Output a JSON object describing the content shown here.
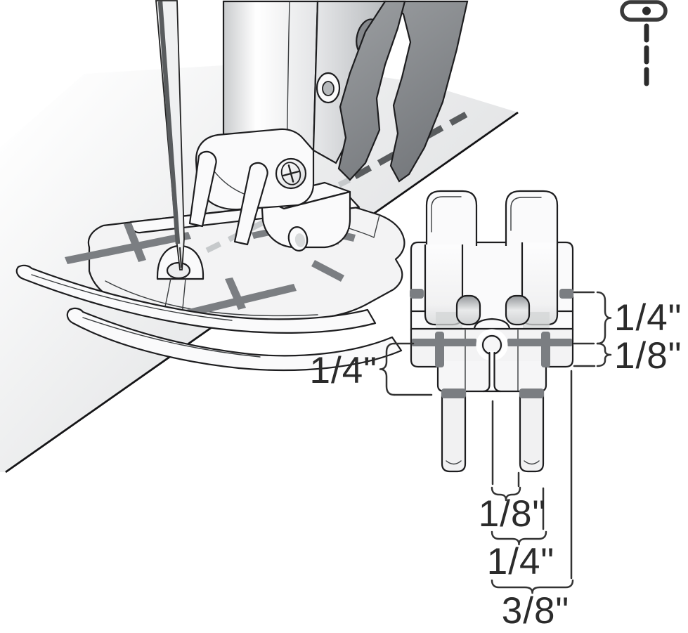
{
  "figure": {
    "measurements": {
      "front_right_top": "1/4\"",
      "front_right_middle": "1/8\"",
      "front_left": "1/4\"",
      "bottom_inner": "1/8\"",
      "bottom_middle": "1/4\"",
      "bottom_outer": "3/8\""
    },
    "measurement_list": [
      {
        "location": "right-of-front-view-upper",
        "value": "1/4\""
      },
      {
        "location": "right-of-front-view-lower",
        "value": "1/8\""
      },
      {
        "location": "left-of-front-view",
        "value": "1/4\""
      },
      {
        "location": "below-front-view-first",
        "value": "1/8\""
      },
      {
        "location": "below-front-view-second",
        "value": "1/4\""
      },
      {
        "location": "below-front-view-third",
        "value": "3/8\""
      }
    ],
    "icons": {
      "straight_stitch": "straight-stitch-icon"
    },
    "colors": {
      "outline": "#1d1d1f",
      "fabric": "#e1e2e4",
      "marking_gray": "#7b7e82",
      "stitch_dash": "#595c5e",
      "light_stitch_dash": "#c6c9cb",
      "metal_dark": "#84878a",
      "annotation": "#333333",
      "text": "#2b2b2b"
    }
  }
}
